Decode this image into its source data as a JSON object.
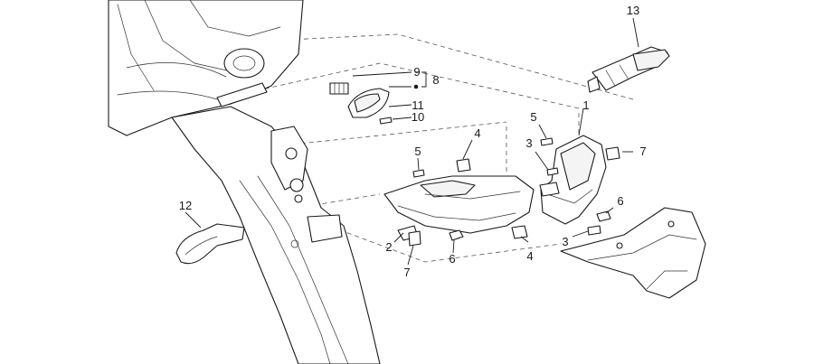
{
  "callouts": {
    "c1": "1",
    "c2": "2",
    "c3a": "3",
    "c3b": "3",
    "c4a": "4",
    "c4b": "4",
    "c5a": "5",
    "c5b": "5",
    "c6a": "6",
    "c6b": "6",
    "c7a": "7",
    "c7b": "7",
    "c8": "8",
    "c9": "9",
    "c10": "10",
    "c11": "11",
    "c12": "12",
    "c13": "13"
  }
}
